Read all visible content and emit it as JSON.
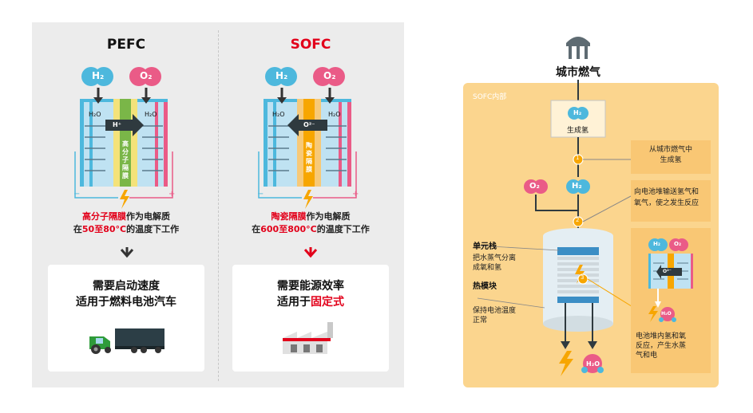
{
  "left": {
    "pefc": {
      "title": "PEFC",
      "h2": "H₂",
      "o2": "O₂",
      "h2o_left": "H₂O",
      "h2o_right": "H₂O",
      "ion": "H⁺",
      "membrane": "高分子隔膜",
      "minus": "−",
      "plus": "+",
      "desc_line1_a": "高分子隔膜",
      "desc_line1_b": "作为电解质",
      "desc_line2_a": "在",
      "desc_line2_b": "50至80°C",
      "desc_line2_c": "的温度下工作",
      "card_line1": "需要启动速度",
      "card_line2": "适用于燃料电池汽车"
    },
    "sofc": {
      "title": "SOFC",
      "h2": "H₂",
      "o2": "O₂",
      "h2o_left": "H₂O",
      "h2o_right": "H₂O",
      "ion": "O²⁻",
      "membrane": "陶瓷隔膜",
      "minus": "−",
      "plus": "+",
      "desc_line1_a": "陶瓷隔膜",
      "desc_line1_b": "作为电解质",
      "desc_line2_a": "在",
      "desc_line2_b": "600至800°C",
      "desc_line2_c": "的温度下工作",
      "card_line1": "需要能源效率",
      "card_line2_a": "适用于",
      "card_line2_b": "固定式"
    }
  },
  "right": {
    "top_label": "城市燃气",
    "panel_label": "SOFC内部",
    "reform_h2": "H₂",
    "reform_text": "生成氢",
    "o2": "O₂",
    "h2": "H₂",
    "step1": "1",
    "step2": "2",
    "step3": "3",
    "note1": "从城市燃气中\n生成氢",
    "note2": "向电池堆输送氢气和\n氧气，使之发生反应",
    "stack_label": "单元栈",
    "stack_desc": "把水蒸气分离\n成氧和氢",
    "hot_label": "热模块",
    "hot_desc": "保持电池温度\n正常",
    "inset_h2": "H₂",
    "inset_o2": "O₂",
    "inset_ion": "O²⁻",
    "inset_h2o": "H₂O",
    "inset_caption": "电池堆内氢和氧\n反应，产生水蒸\n气和电",
    "out_h2o": "H₂O"
  },
  "colors": {
    "accent_red": "#e2001a",
    "h2_blue": "#4db8dd",
    "o2_pink": "#ea5b87",
    "pefc_membrane_green": "#7ab648",
    "sofc_membrane_orange": "#f7a600",
    "panel_orange": "#fbd58e",
    "cell_bg": "#bfe2f2",
    "gray_bg": "#ececec"
  },
  "icons": [
    "arrow-down-icon",
    "lightning-icon",
    "truck-icon",
    "factory-icon",
    "gas-tank-icon"
  ]
}
